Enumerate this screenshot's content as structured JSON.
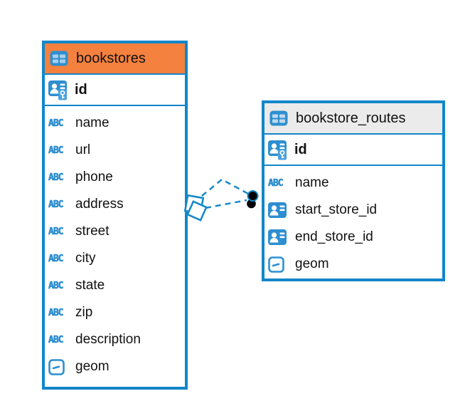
{
  "diagram": {
    "background_color": "#FFFFFF",
    "accent_blue": "#1286C9",
    "icon_blue": "#2E8FD0",
    "tables": [
      {
        "title": "bookstores",
        "header_color": "#F5813E",
        "id_field": "id",
        "columns": [
          "name",
          "url",
          "phone",
          "address",
          "street",
          "city",
          "state",
          "zip",
          "description",
          "geom"
        ],
        "column_types": [
          "text",
          "text",
          "text",
          "text",
          "text",
          "text",
          "text",
          "text",
          "text",
          "geometry"
        ]
      },
      {
        "title": "bookstore_routes",
        "header_color": "#EBEBEB",
        "id_field": "id",
        "columns": [
          "name",
          "start_store_id",
          "end_store_id",
          "geom"
        ],
        "column_types": [
          "text",
          "reference",
          "reference",
          "geometry"
        ]
      }
    ],
    "icons": {
      "text_type_label": "ABC",
      "table_icon": "table-grid-icon",
      "primary_key_icon": "person-key-icon",
      "reference_icon": "person-card-icon",
      "geometry_icon": "rounded-square-dash-icon"
    },
    "relationship": {
      "from_table": "bookstores",
      "to_table": "bookstore_routes",
      "line_style": "dashed",
      "color": "#1789C9",
      "endpoint_from": "double-diamond",
      "endpoint_to": "double-dot"
    }
  }
}
